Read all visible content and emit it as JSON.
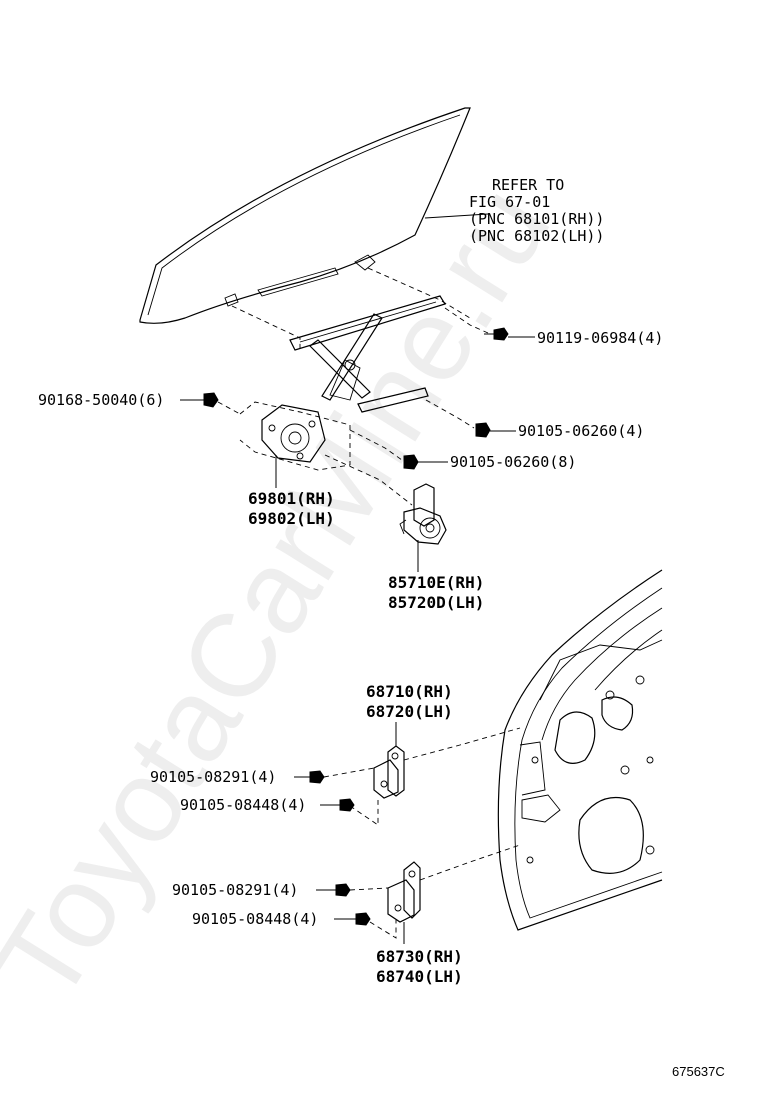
{
  "watermark": "ToyotaCarMine.ru",
  "figure_id": "675637C",
  "reference": {
    "line1": "REFER TO",
    "line2": "FIG 67-01",
    "line3": "(PNC 68101(RH))",
    "line4": "(PNC 68102(LH))"
  },
  "labels": {
    "bolt_90119": "90119-06984(4)",
    "bolt_90168": "90168-50040(6)",
    "bolt_90105_06260_a": "90105-06260(4)",
    "bolt_90105_06260_b": "90105-06260(8)",
    "regulator_rh": "69801(RH)",
    "regulator_lh": "69802(LH)",
    "motor_rh": "85710E(RH)",
    "motor_lh": "85720D(LH)",
    "upper_hinge_rh": "68710(RH)",
    "upper_hinge_lh": "68720(LH)",
    "bolt_08291_upper": "90105-08291(4)",
    "bolt_08448_upper": "90105-08448(4)",
    "bolt_08291_lower": "90105-08291(4)",
    "bolt_08448_lower": "90105-08448(4)",
    "lower_hinge_rh": "68730(RH)",
    "lower_hinge_lh": "68740(LH)"
  }
}
